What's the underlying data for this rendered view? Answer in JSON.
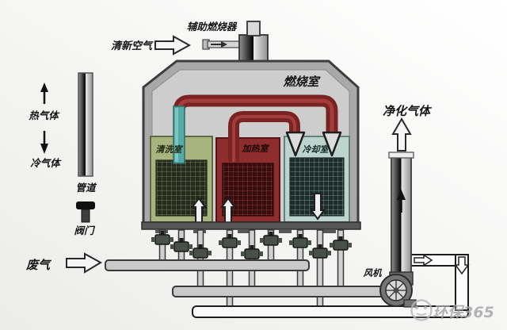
{
  "colors": {
    "duct_red": "#7a2323",
    "duct_red_highlight": "#a84040",
    "chamber_purge": "#a8b37d",
    "chamber_heating": "#8e2d2d",
    "chamber_cooling": "#bdd3cd",
    "teal_pipe": "#57a9a6",
    "vessel_wall": "#a9a9a9",
    "watermark_gray": "#a3a3a3"
  },
  "labels": {
    "auxiliary_burner": "辅助燃烧器",
    "fresh_air": "清新空气",
    "combustion_chamber": "燃烧室",
    "hot_gas": "热气体",
    "cold_gas": "冷气体",
    "pipe": "管道",
    "valve": "阀门",
    "waste_gas": "废气",
    "purified_gas": "净化气体",
    "fan": "风机",
    "watermark": "环保365"
  },
  "chambers": [
    {
      "label": "清洗室"
    },
    {
      "label": "加热室"
    },
    {
      "label": "冷却室"
    }
  ]
}
